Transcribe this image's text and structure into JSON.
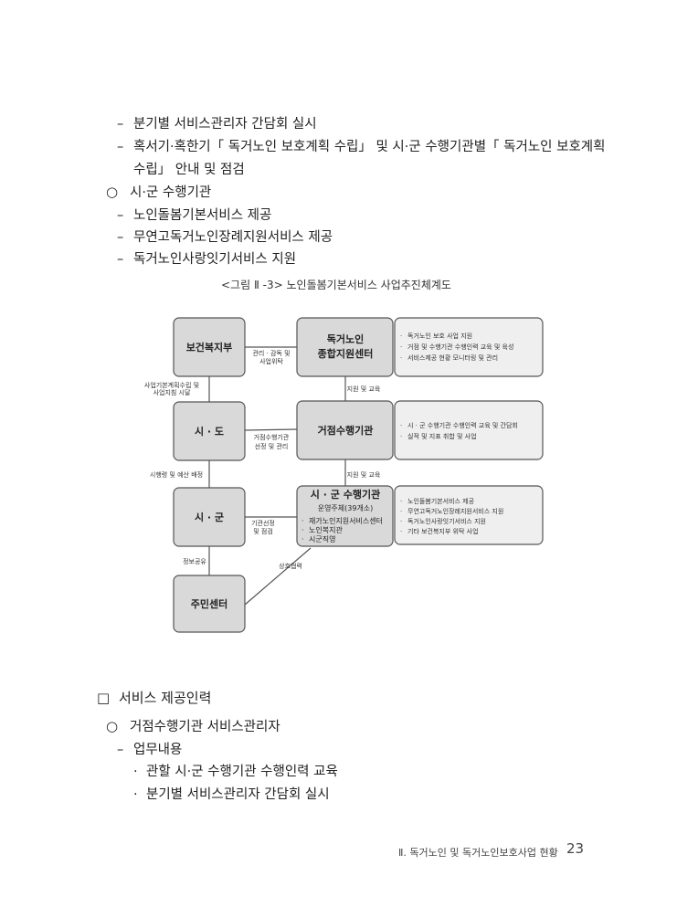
{
  "lines": {
    "l1": "분기별 서비스관리자 간담회 실시",
    "l2": "혹서기·혹한기「 독거노인 보호계획 수립」 및 시·군 수행기관별「 독거노인 보호계획",
    "l3": "수립」 안내 및 점검",
    "l4": "시·군 수행기관",
    "l5": "노인돌봄기본서비스 제공",
    "l6": "무연고독거노인장례지원서비스 제공",
    "l7": "독거노인사랑잇기서비스 지원"
  },
  "markers": {
    "dash": "–",
    "circle": "○",
    "square": "□",
    "dot": "·"
  },
  "figure_caption": "<그림 Ⅱ -3> 노인돌봄기본서비스 사업추진체계도",
  "diagram": {
    "boxes": {
      "mohw": "보건복지부",
      "center": [
        "독거노인",
        "종합지원센터"
      ],
      "sido": "시 · 도",
      "hub": "거점수행기관",
      "sigun": "시 · 군",
      "sigun_agency": "시 · 군 수행기관",
      "sigun_agency_sub": "운영주체(39개소)",
      "sigun_agency_items": [
        "재가노인지원서비스센터",
        "노인복지관",
        "시군직영"
      ],
      "community": "주민센터"
    },
    "edge_labels": {
      "mohw_center": [
        "관리 · 감독 및",
        "사업위탁"
      ],
      "mohw_sido": [
        "사업기본계획수립 및",
        "사업지침 시달"
      ],
      "center_hub": "지원 및 교육",
      "sido_hub": [
        "거점수행기관",
        "선정 및 관리"
      ],
      "sido_sigun": "시행령 및 예산 배정",
      "hub_sigun_agency": "지원 및 교육",
      "sigun_agency_link": [
        "기관선정",
        "및 점검"
      ],
      "sigun_community": "정보공유",
      "agency_community": "상호협력"
    },
    "notes": {
      "center": [
        "독거노인 보호 사업 지원",
        "거점 및 수행기관 수행인력 교육 및 육성",
        "서비스제공 현황 모니터링 및 관리"
      ],
      "hub": [
        "시 · 군 수행기관 수행인력 교육 및 간담회",
        "실적 및 지표 취합 및 사업"
      ],
      "sigun": [
        "노인돌봄기본서비스 제공",
        "무연고독거노인장례지원서비스 지원",
        "독거노인사랑잇기서비스 지원",
        "기타 보건복지부 위탁 사업"
      ]
    }
  },
  "section2": {
    "heading": "서비스 제공인력",
    "sub": "거점수행기관 서비스관리자",
    "item": "업무내용",
    "bullets": [
      "관할 시·군 수행기관 수행인력 교육",
      "분기별 서비스관리자 간담회 실시"
    ]
  },
  "footer": {
    "text": "Ⅱ. 독거노인 및 독거노인보호사업 현황",
    "page": "23"
  },
  "colors": {
    "box_fill": "#d9d9d9",
    "note_fill": "#efefef",
    "border": "#555555"
  }
}
